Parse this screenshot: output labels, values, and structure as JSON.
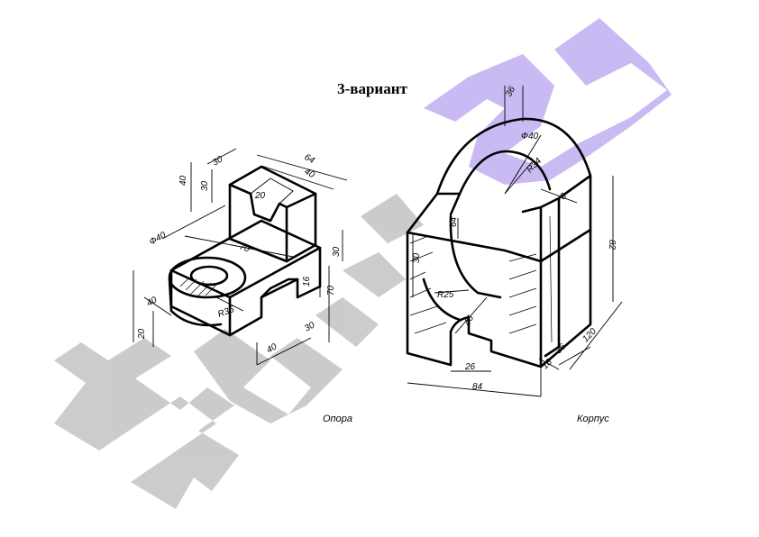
{
  "title": "3-вариант",
  "watermark": {
    "text": "Hujjat24",
    "gray_color": "#c9c9c9",
    "purple_color": "#c7b6f2"
  },
  "parts": [
    {
      "caption": "Опора",
      "dimensions": {
        "d1": "30",
        "d2": "64",
        "d3": "40",
        "d4": "40",
        "d5": "30",
        "d6": "20",
        "d7": "Ф40",
        "d8": "70",
        "d9": "30",
        "d10": "16",
        "d11": "70",
        "d12": "40",
        "d13": "20",
        "d14": "R35",
        "d15": "40",
        "d16": "30"
      }
    },
    {
      "caption": "Корпус",
      "dimensions": {
        "d1": "36",
        "d2": "Ф40",
        "d3": "R34",
        "d4": "8",
        "d5": "64",
        "d6": "82",
        "d7": "30",
        "d8": "R25",
        "d9": "46",
        "d10": "26",
        "d11": "84",
        "d12": "18",
        "d13": "36",
        "d14": "120"
      }
    }
  ]
}
